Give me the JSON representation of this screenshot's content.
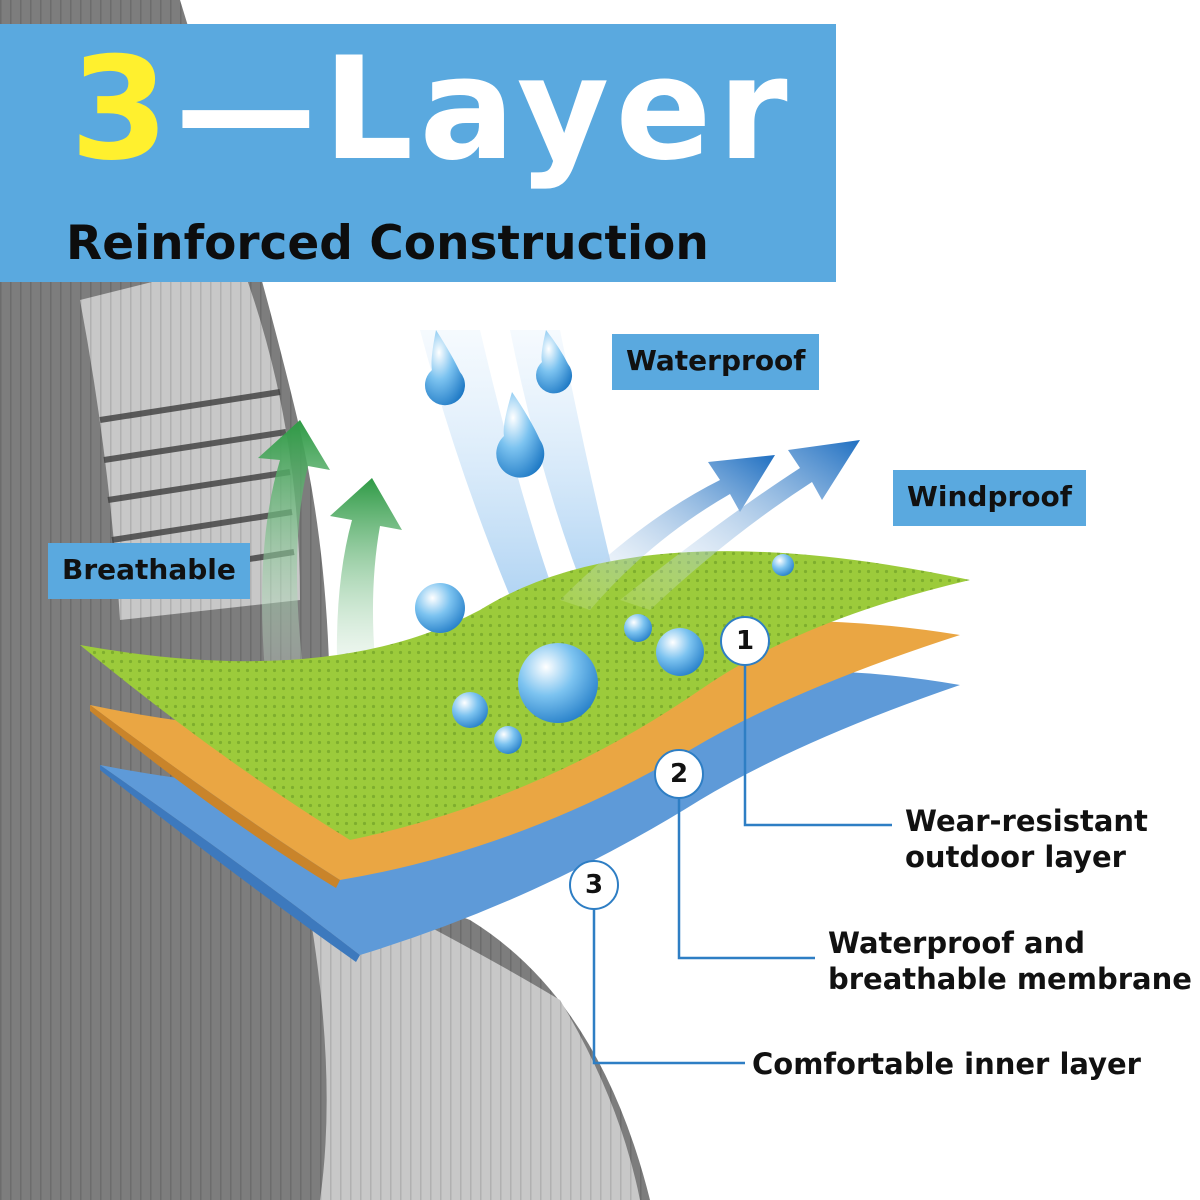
{
  "title": {
    "number": "3",
    "rest": "—Layer",
    "subtitle": "Reinforced Construction"
  },
  "features": {
    "waterproof": "Waterproof",
    "windproof": "Windproof",
    "breathable": "Breathable"
  },
  "layers": [
    {
      "number": "1",
      "label_line1": "Wear-resistant",
      "label_line2": "outdoor layer"
    },
    {
      "number": "2",
      "label_line1": "Waterproof and",
      "label_line2": "breathable membrane"
    },
    {
      "number": "3",
      "label_line1": "Comfortable inner layer",
      "label_line2": ""
    }
  ],
  "colors": {
    "banner": "#5aa9df",
    "accent_number": "#fff02e",
    "outer_layer": "#9ccb3b",
    "middle_layer": "#eaa643",
    "inner_layer": "#5e9ad8",
    "sock": "#7b7b7b"
  }
}
